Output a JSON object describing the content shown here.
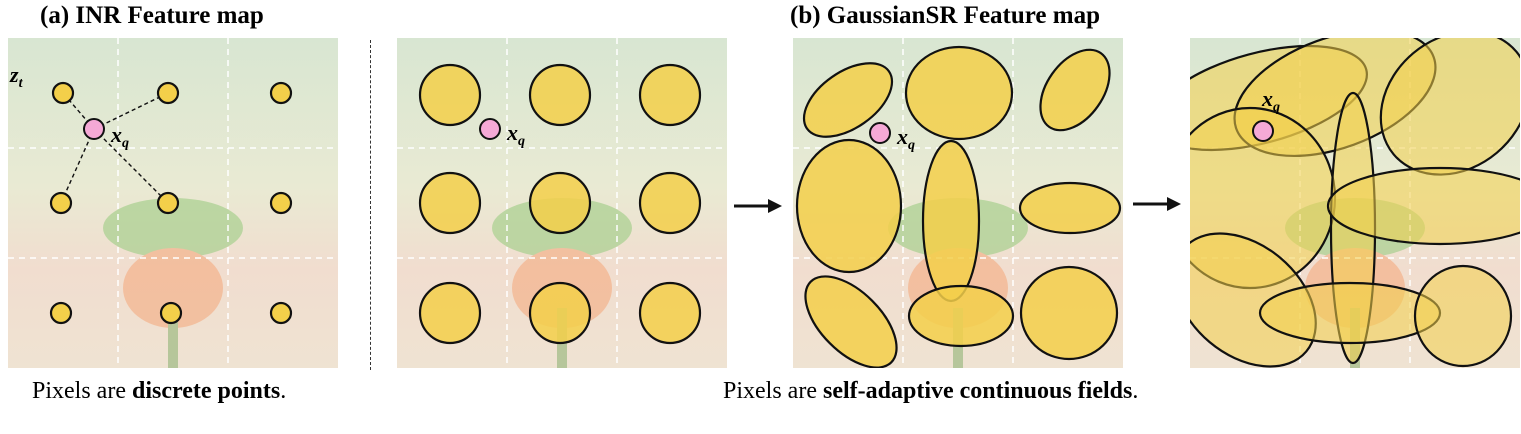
{
  "titles": {
    "inr": "(a) INR Feature map",
    "gaussiansr": "(b) GaussianSR Feature map"
  },
  "captions": {
    "inr": {
      "prefix": "Pixels are ",
      "bold": "discrete points",
      "suffix": "."
    },
    "gaussiansr": {
      "prefix": "Pixels are ",
      "bold": "self-adaptive continuous fields",
      "suffix": "."
    }
  },
  "labels": {
    "query_point": "x",
    "query_sub": "q",
    "latent": "z",
    "latent_sub": "t"
  },
  "colors": {
    "gaussian_fill": "#f3cf4a",
    "query_fill": "#f5a9d6",
    "outline": "#111111",
    "grid": "#ffffff"
  },
  "icons": [
    "right-arrow-icon"
  ]
}
